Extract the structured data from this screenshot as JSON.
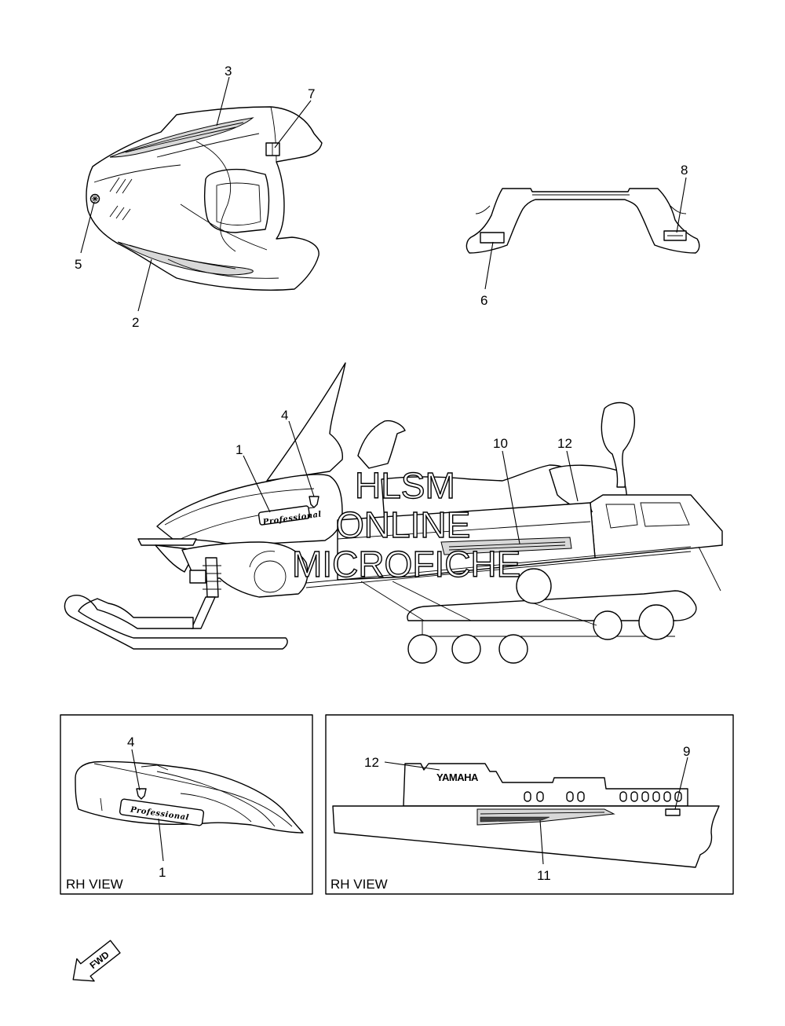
{
  "callouts": {
    "c1": "1",
    "c2": "2",
    "c3": "3",
    "c4": "4",
    "c5": "5",
    "c6": "6",
    "c7": "7",
    "c8": "8",
    "c9": "9",
    "c10": "10",
    "c11": "11",
    "c12": "12",
    "rh1_part4": "4",
    "rh1_part1": "1",
    "rh2_part12": "12",
    "rh2_part9": "9",
    "rh2_part11": "11"
  },
  "panels": {
    "left_label": "RH VIEW",
    "right_label": "RH VIEW"
  },
  "decals": {
    "brand": "YAMAHA",
    "model_badge": "Professional"
  },
  "watermark": {
    "line1": "HLSM",
    "line2": "ONLINE",
    "line3": "MICROFICHE"
  },
  "direction": {
    "label": "FWD"
  }
}
